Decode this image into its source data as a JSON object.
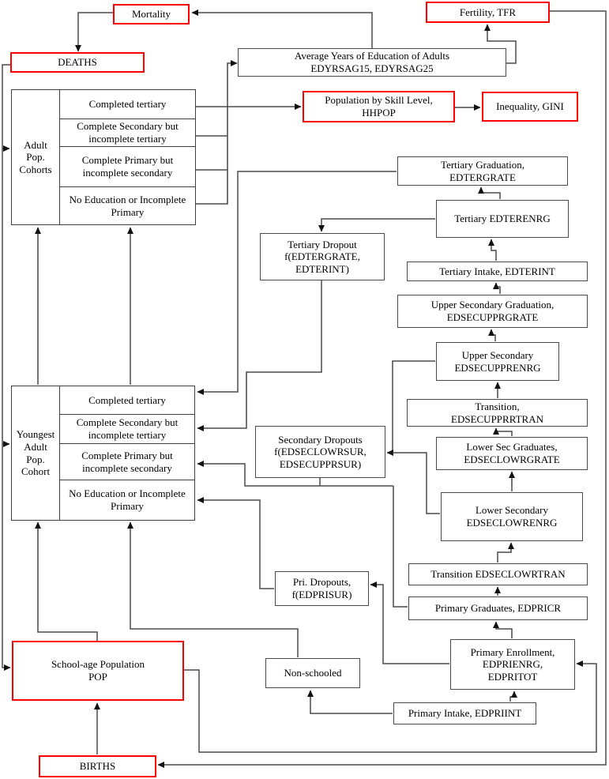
{
  "colors": {
    "red_accent": "#fe0000",
    "line": "#4a4a4a",
    "background": "#ffffff",
    "text": "#000000"
  },
  "nodes": {
    "mortality": {
      "lines": [
        "Mortality"
      ]
    },
    "deaths": {
      "lines": [
        "DEATHS"
      ]
    },
    "fertility": {
      "lines": [
        "Fertility, TFR"
      ]
    },
    "avg_education": {
      "lines": [
        "Average Years of Education of Adults",
        "EDYRSAG15, EDYRSAG25"
      ]
    },
    "pop_skill": {
      "lines": [
        "Population by Skill Level,",
        "HHPOP"
      ]
    },
    "inequality": {
      "lines": [
        "Inequality, GINI"
      ]
    },
    "tertiary_graduation": {
      "lines": [
        "Tertiary Graduation,",
        "EDTERGRATE"
      ]
    },
    "tertiary_enrollment": {
      "lines": [
        "Tertiary EDTERENRG"
      ]
    },
    "tertiary_dropout": {
      "lines": [
        "Tertiary Dropout",
        "f(EDTERGRATE,",
        "EDTERINT)"
      ]
    },
    "tertiary_intake": {
      "lines": [
        "Tertiary Intake, EDTERINT"
      ]
    },
    "upper_sec_graduation": {
      "lines": [
        "Upper Secondary Graduation,",
        "EDSECUPPRGRATE"
      ]
    },
    "upper_secondary": {
      "lines": [
        "Upper Secondary",
        "EDSECUPPRENRG"
      ]
    },
    "transition_upper": {
      "lines": [
        "Transition,",
        "EDSECUPPRRTRAN"
      ]
    },
    "lower_sec_graduates": {
      "lines": [
        "Lower Sec Graduates,",
        "EDSECLOWRGRATE"
      ]
    },
    "secondary_dropouts": {
      "lines": [
        "Secondary Dropouts",
        "f(EDSECLOWRSUR,",
        "EDSECUPPRSUR)"
      ]
    },
    "lower_secondary": {
      "lines": [
        "Lower Secondary",
        "EDSECLOWRENRG"
      ]
    },
    "transition_lower": {
      "lines": [
        "Transition EDSECLOWRTRAN"
      ]
    },
    "primary_graduates": {
      "lines": [
        "Primary Graduates, EDPRICR"
      ]
    },
    "pri_dropouts": {
      "lines": [
        "Pri. Dropouts,",
        "f(EDPRISUR)"
      ]
    },
    "school_age_pop": {
      "lines": [
        "School-age Population",
        "POP"
      ]
    },
    "non_schooled": {
      "lines": [
        "Non-schooled"
      ]
    },
    "primary_enrollment": {
      "lines": [
        "Primary Enrollment,",
        "EDPRIENRG,",
        "EDPRITOT"
      ]
    },
    "primary_intake": {
      "lines": [
        "Primary Intake, EDPRIINT"
      ]
    },
    "births": {
      "lines": [
        "BIRTHS"
      ]
    },
    "adult_cohorts": {
      "label": "Adult Pop. Cohorts",
      "rows": [
        "Completed tertiary",
        "Complete Secondary but incomplete tertiary",
        "Complete Primary but incomplete secondary",
        "No Education or Incomplete Primary"
      ]
    },
    "youngest_cohorts": {
      "label": "Youngest Adult Pop. Cohort",
      "rows": [
        "Completed tertiary",
        "Complete Secondary but incomplete tertiary",
        "Complete Primary but incomplete secondary",
        "No Education or Incomplete Primary"
      ]
    }
  }
}
